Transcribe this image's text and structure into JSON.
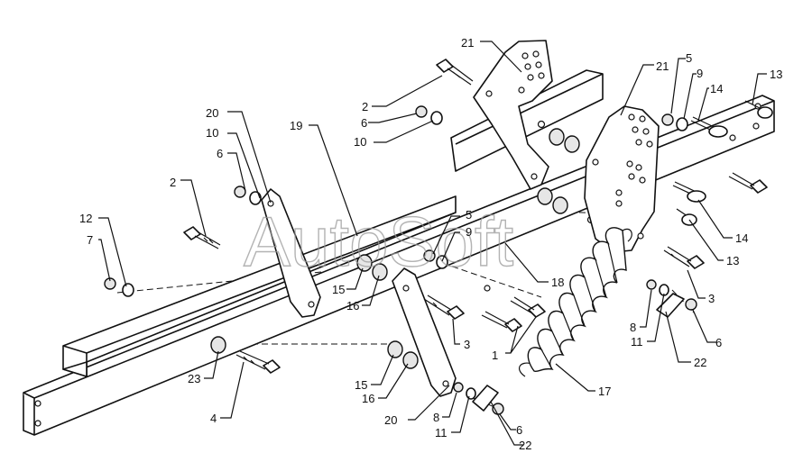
{
  "watermark": "AutoSoft",
  "callouts": [
    {
      "id": "c21a",
      "text": "21"
    },
    {
      "id": "c21b",
      "text": "21"
    },
    {
      "id": "c2a",
      "text": "2"
    },
    {
      "id": "c2b",
      "text": "2"
    },
    {
      "id": "c20a",
      "text": "20"
    },
    {
      "id": "c20b",
      "text": "20"
    },
    {
      "id": "c10a",
      "text": "10"
    },
    {
      "id": "c10b",
      "text": "10"
    },
    {
      "id": "c6a",
      "text": "6"
    },
    {
      "id": "c6b",
      "text": "6"
    },
    {
      "id": "c6c",
      "text": "6"
    },
    {
      "id": "c6d",
      "text": "6"
    },
    {
      "id": "c19",
      "text": "19"
    },
    {
      "id": "c12",
      "text": "12"
    },
    {
      "id": "c7",
      "text": "7"
    },
    {
      "id": "c5a",
      "text": "5"
    },
    {
      "id": "c5b",
      "text": "5"
    },
    {
      "id": "c9a",
      "text": "9"
    },
    {
      "id": "c9b",
      "text": "9"
    },
    {
      "id": "c14a",
      "text": "14"
    },
    {
      "id": "c14b",
      "text": "14"
    },
    {
      "id": "c13a",
      "text": "13"
    },
    {
      "id": "c13b",
      "text": "13"
    },
    {
      "id": "c18",
      "text": "18"
    },
    {
      "id": "c3a",
      "text": "3"
    },
    {
      "id": "c3b",
      "text": "3"
    },
    {
      "id": "c15a",
      "text": "15"
    },
    {
      "id": "c15b",
      "text": "15"
    },
    {
      "id": "c16a",
      "text": "16"
    },
    {
      "id": "c16b",
      "text": "16"
    },
    {
      "id": "c1",
      "text": "1"
    },
    {
      "id": "c23",
      "text": "23"
    },
    {
      "id": "c4",
      "text": "4"
    },
    {
      "id": "c17",
      "text": "17"
    },
    {
      "id": "c8a",
      "text": "8"
    },
    {
      "id": "c8b",
      "text": "8"
    },
    {
      "id": "c11a",
      "text": "11"
    },
    {
      "id": "c11b",
      "text": "11"
    },
    {
      "id": "c22a",
      "text": "22"
    },
    {
      "id": "c22b",
      "text": "22"
    }
  ]
}
